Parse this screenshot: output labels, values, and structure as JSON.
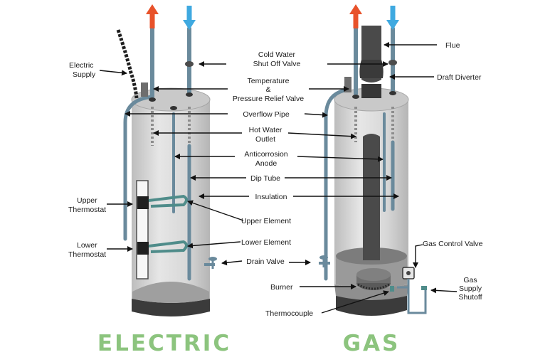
{
  "labels": {
    "electric_supply": [
      "Electric",
      "Supply"
    ],
    "cold_water": [
      "Cold Water",
      "Shut Off Valve"
    ],
    "temp_relief": [
      "Temperature",
      "&",
      "Pressure Relief Valve"
    ],
    "overflow": "Overflow Pipe",
    "hot_outlet": [
      "Hot Water",
      "Outlet"
    ],
    "anode": [
      "Anticorrosion",
      "Anode"
    ],
    "dip_tube": "Dip Tube",
    "insulation": "Insulation",
    "upper_element": "Upper Element",
    "lower_element": "Lower Element",
    "drain_valve": "Drain Valve",
    "burner": "Burner",
    "thermocouple": "Thermocouple",
    "upper_thermostat": [
      "Upper",
      "Thermostat"
    ],
    "lower_thermostat": [
      "Lower",
      "Thermostat"
    ],
    "flue": "Flue",
    "draft_diverter": "Draft Diverter",
    "gas_control": "Gas Control Valve",
    "gas_supply": [
      "Gas",
      "Supply",
      "Shutoff"
    ]
  },
  "titles": {
    "electric": "ELECTRIC",
    "gas": "GAS"
  },
  "colors": {
    "title_green": "#8cc47e",
    "hot_arrow": "#e8522a",
    "cold_arrow": "#3fa9e0",
    "tank": "#d9d9d9",
    "pipe": "#6a8a9c"
  }
}
